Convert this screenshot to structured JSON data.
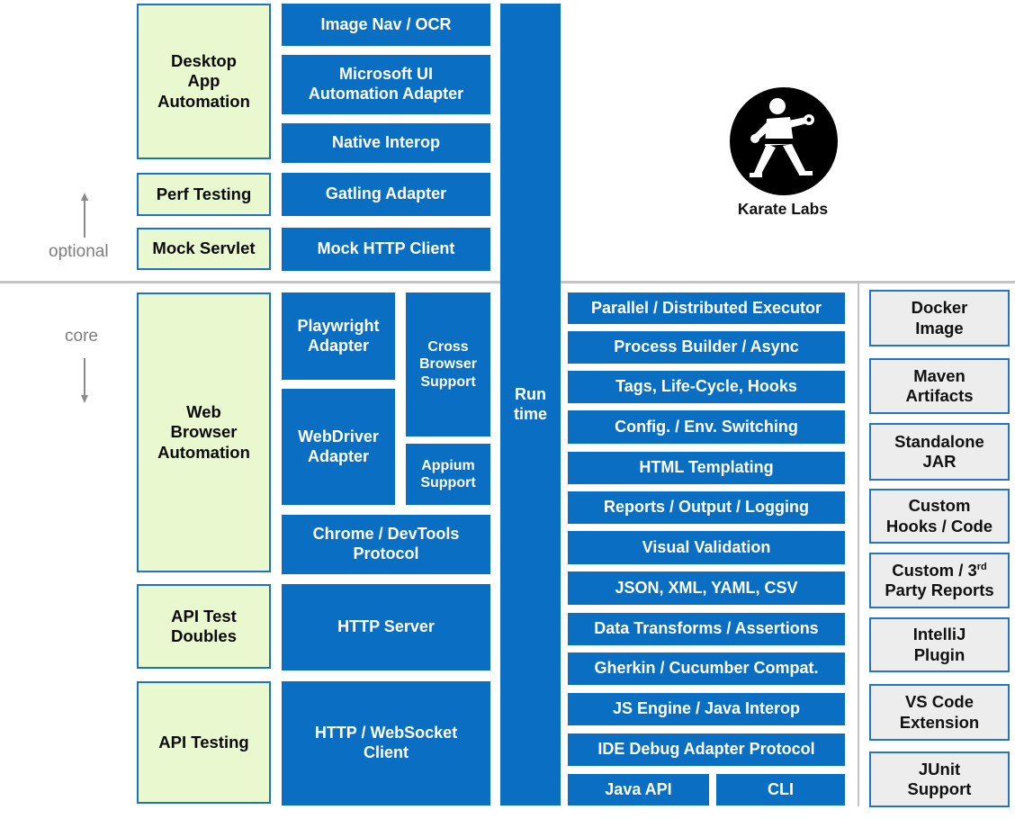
{
  "labels": {
    "optional": "optional",
    "core": "core"
  },
  "left": {
    "desktop": "Desktop\nApp\nAutomation",
    "perf": "Perf Testing",
    "mock": "Mock Servlet",
    "web": "Web\nBrowser\nAutomation",
    "doubles": "API Test\nDoubles",
    "api": "API Testing"
  },
  "adapters": {
    "image_nav": "Image Nav /  OCR",
    "ms_ui": "Microsoft UI\nAutomation Adapter",
    "native": "Native Interop",
    "gatling": "Gatling Adapter",
    "mock_client": "Mock HTTP Client",
    "playwright": "Playwright\nAdapter",
    "cross_browser": "Cross\nBrowser\nSupport",
    "webdriver": "WebDriver\nAdapter",
    "appium": "Appium\nSupport",
    "chrome": "Chrome / DevTools\nProtocol",
    "http_server": "HTTP Server",
    "http_client": "HTTP / WebSocket\nClient"
  },
  "runtime": "Run\ntime",
  "features": [
    "Parallel / Distributed Executor",
    "Process Builder / Async",
    "Tags, Life-Cycle, Hooks",
    "Config. / Env. Switching",
    "HTML Templating",
    "Reports / Output / Logging",
    "Visual Validation",
    "JSON, XML, YAML, CSV",
    "Data Transforms / Assertions",
    "Gherkin / Cucumber Compat.",
    "JS Engine / Java Interop",
    "IDE Debug Adapter Protocol"
  ],
  "bottom": {
    "java_api": "Java API",
    "cli": "CLI"
  },
  "right": {
    "docker": "Docker\nImage",
    "maven": "Maven\nArtifacts",
    "jar": "Standalone\nJAR",
    "hooks": "Custom\nHooks / Code",
    "reports_pre": "Custom / 3",
    "reports_sup": "rd",
    "reports_post": "\nParty Reports",
    "intellij": "IntelliJ\nPlugin",
    "vscode": "VS Code\nExtension",
    "junit": "JUnit\nSupport"
  },
  "logo": {
    "name": "Karate Labs",
    "icon": "karate-figure-icon"
  },
  "colors": {
    "blue": "#0a6fc2",
    "green": "#eaf8cf",
    "gray": "#ededed",
    "border": "#1e73be"
  }
}
